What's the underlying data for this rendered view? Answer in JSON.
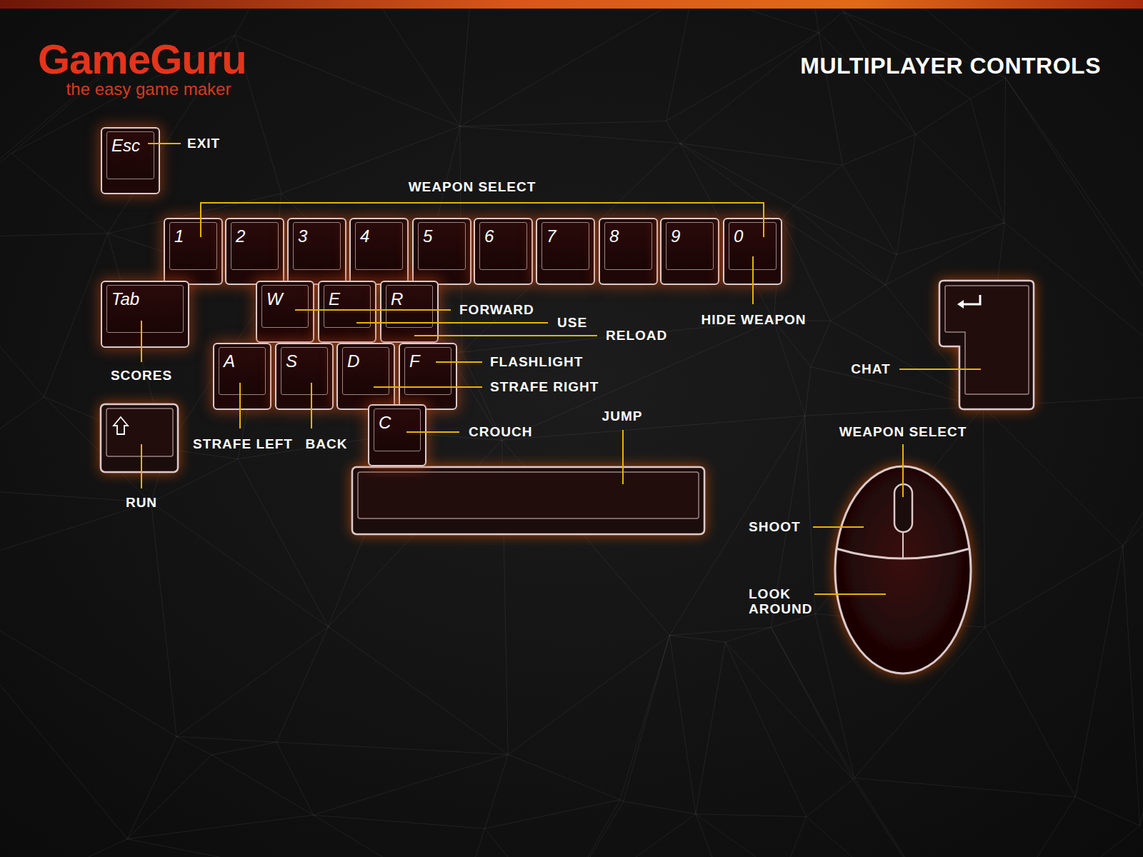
{
  "diagram": {
    "title": "MULTIPLAYER CONTROLS",
    "nodes": [
      {
        "text": [
          "Esc"
        ]
      },
      {
        "text": [
          "1"
        ]
      },
      {
        "text": [
          "2"
        ]
      },
      {
        "text": [
          "3"
        ]
      },
      {
        "text": [
          "4"
        ]
      },
      {
        "text": [
          "5"
        ]
      },
      {
        "text": [
          "6"
        ]
      },
      {
        "text": [
          "7"
        ]
      },
      {
        "text": [
          "8"
        ]
      },
      {
        "text": [
          "9"
        ]
      },
      {
        "text": [
          "0"
        ]
      },
      {
        "text": [
          "Tab"
        ]
      },
      {
        "text": [
          "W"
        ]
      },
      {
        "text": [
          "E"
        ]
      },
      {
        "text": [
          "R"
        ]
      },
      {
        "text": [
          "A"
        ]
      },
      {
        "text": [
          "S"
        ]
      },
      {
        "text": [
          "D"
        ]
      },
      {
        "text": [
          "F"
        ]
      },
      {
        "text": [
          "C"
        ]
      }
    ],
    "labels": [
      "GameGuru",
      "the easy game maker",
      "EXIT",
      "WEAPON SELECT",
      "FORWARD",
      "USE",
      "RELOAD",
      "HIDE WEAPON",
      "CHAT",
      "SCORES",
      "FLASHLIGHT",
      "STRAFE RIGHT",
      "STRAFE LEFT",
      "BACK",
      "CROUCH",
      "JUMP",
      "WEAPON SELECT",
      "RUN",
      "SHOOT",
      "LOOK AROUND"
    ]
  }
}
